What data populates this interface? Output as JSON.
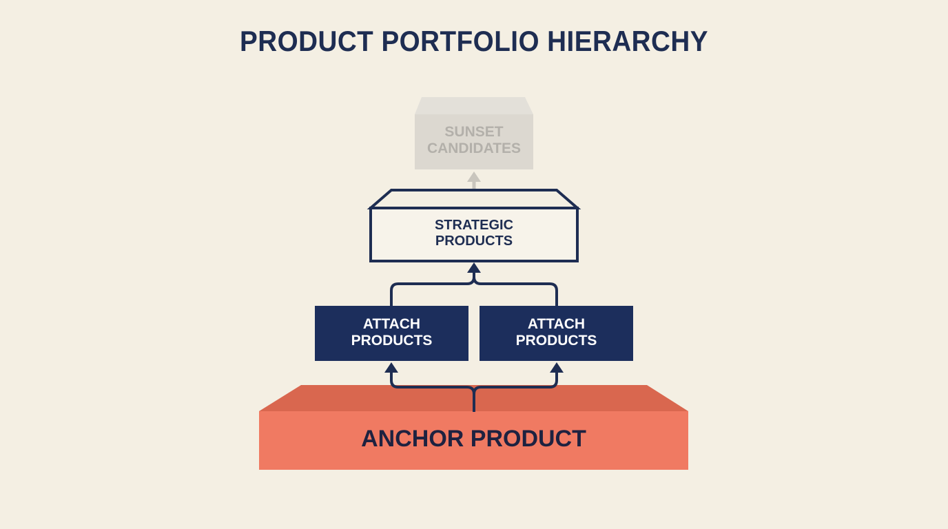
{
  "title": "PRODUCT PORTFOLIO HIERARCHY",
  "colors": {
    "background": "#f4efe3",
    "navy": "#1e2d52",
    "coral_front": "#f07a62",
    "coral_top": "#d9674f",
    "sunset_gray": "#dcd8d0",
    "sunset_text": "#b3b0aa"
  },
  "nodes": {
    "sunset": {
      "line1": "SUNSET",
      "line2": "CANDIDATES"
    },
    "strategic": {
      "line1": "STRATEGIC",
      "line2": "PRODUCTS"
    },
    "attach_left": {
      "line1": "ATTACH",
      "line2": "PRODUCTS"
    },
    "attach_right": {
      "line1": "ATTACH",
      "line2": "PRODUCTS"
    },
    "anchor": {
      "label": "ANCHOR PRODUCT"
    }
  },
  "edges": [
    {
      "from": "anchor",
      "to": "attach_left"
    },
    {
      "from": "anchor",
      "to": "attach_right"
    },
    {
      "from": "attach_left",
      "to": "strategic"
    },
    {
      "from": "attach_right",
      "to": "strategic"
    },
    {
      "from": "strategic",
      "to": "sunset",
      "style": "faded"
    }
  ]
}
